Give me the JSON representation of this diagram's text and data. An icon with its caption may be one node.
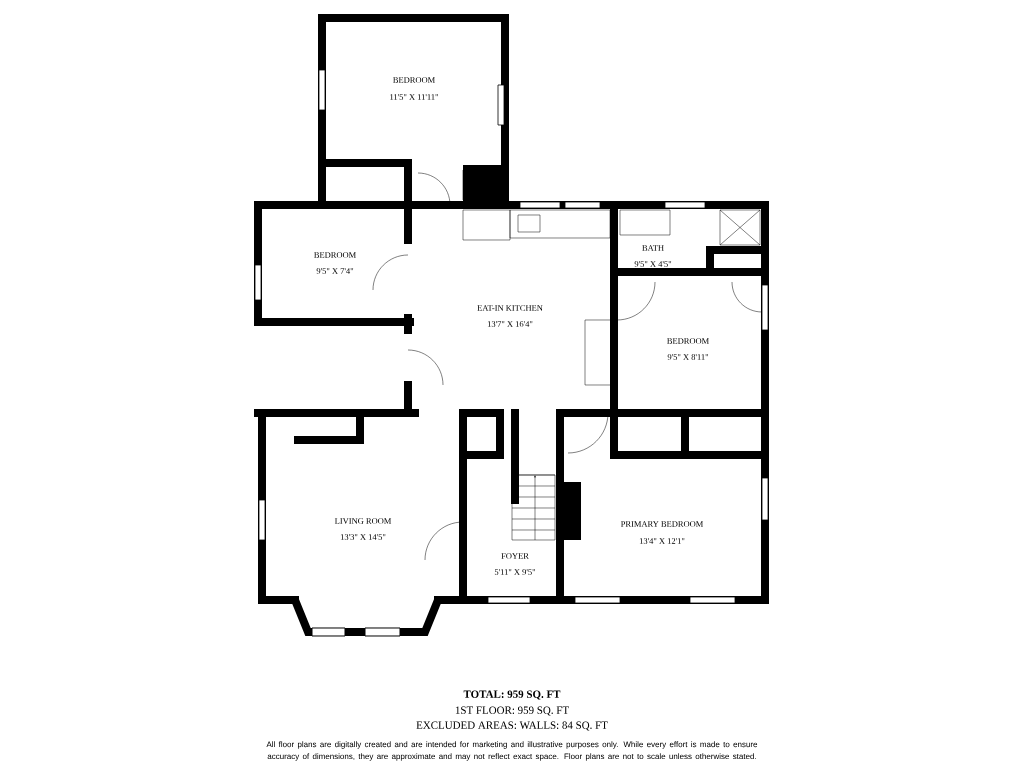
{
  "diagram": {
    "labels": [
      "BEDROOM",
      "11'5\" X 11'11\"",
      "BEDROOM",
      "9'5\" X 7'4\"",
      "BATH",
      "9'5\" X 4'5\"",
      "EAT-IN KITCHEN",
      "13'7\" X 16'4\"",
      "BEDROOM",
      "9'5\" X 8'11\"",
      "LIVING ROOM",
      "13'3\" X 14'5\"",
      "PRIMARY BEDROOM",
      "13'4\" X 12'1\"",
      "FOYER",
      "5'11\" X 9'5\"",
      "TOTAL: 959 SQ. FT",
      "1ST FLOOR: 959 SQ. FT",
      "EXCLUDED AREAS: WALLS: 84 SQ. FT",
      "All floor plans are digitally created and are intended for marketing and illustrative purposes only. While every effort is made to ensure accuracy of dimensions, they are approximate and may not reflect exact space. Floor plans are not to scale unless otherwise stated."
    ]
  }
}
